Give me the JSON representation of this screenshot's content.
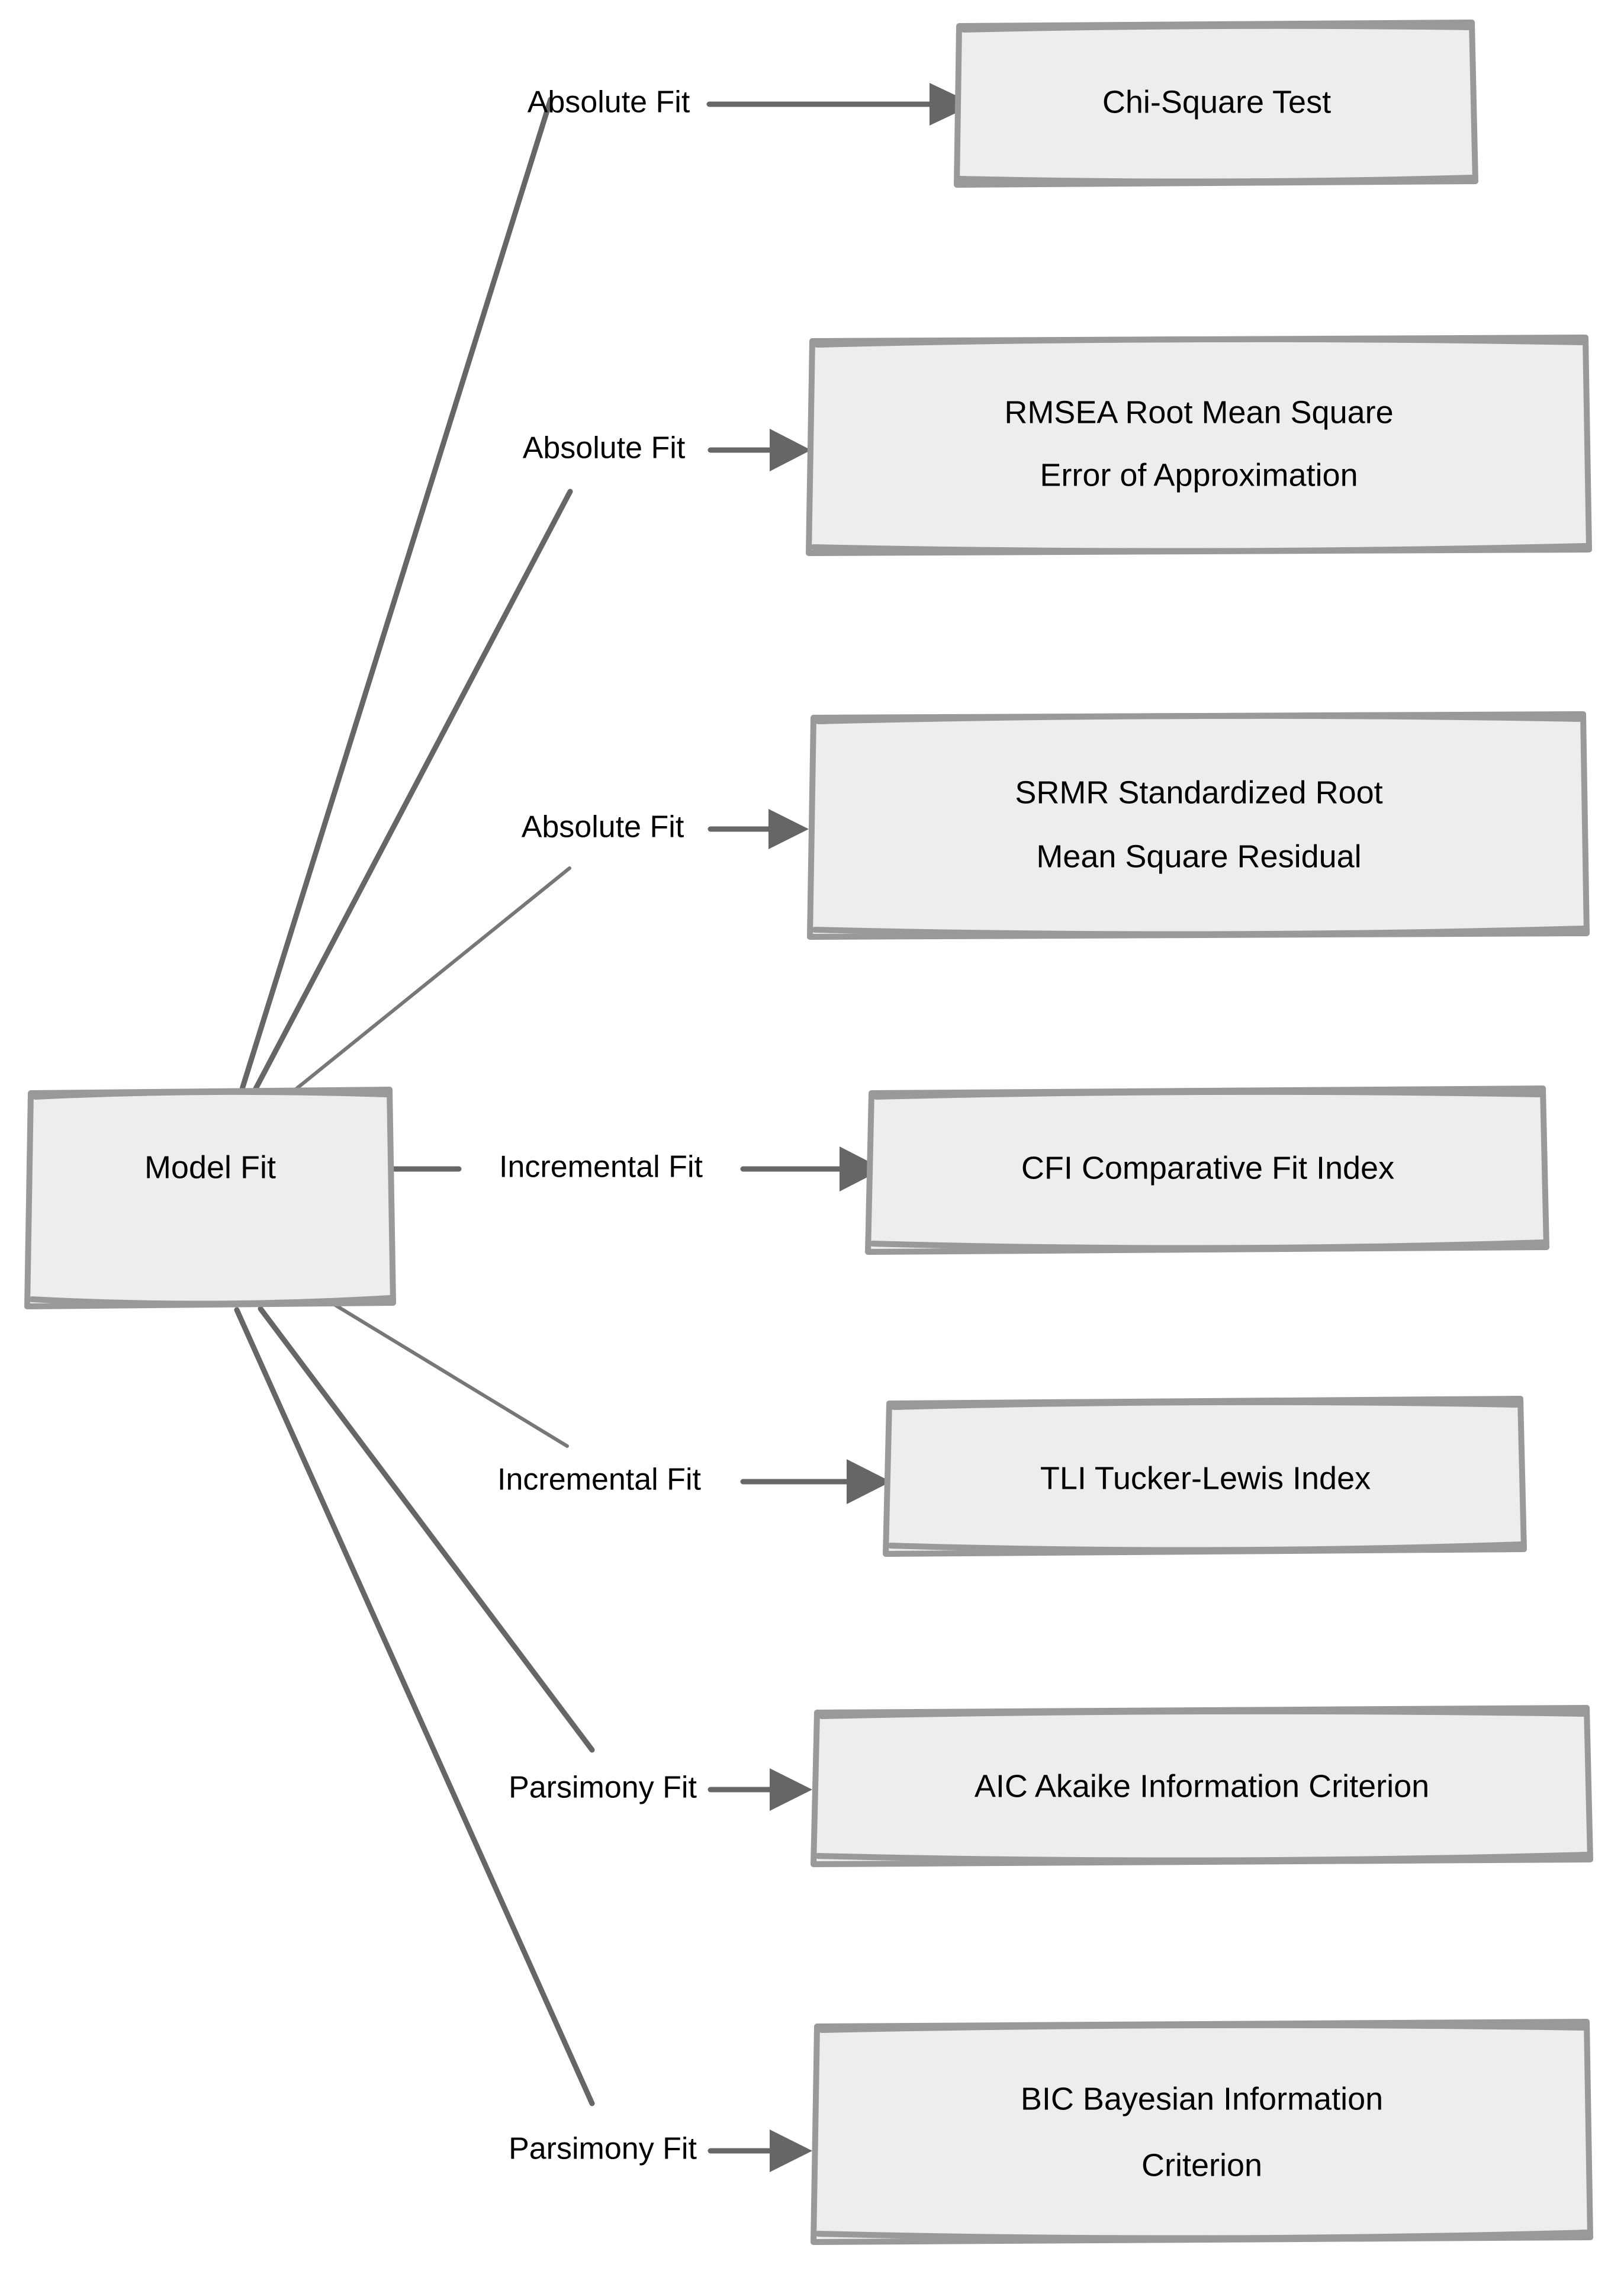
{
  "diagram": {
    "type": "flowchart",
    "orientation": "left-to-right",
    "style": "hand-drawn-sketch",
    "colors": {
      "node_fill": "#ededed",
      "node_stroke": "#999999",
      "edge_stroke": "#666666",
      "text": "#000000",
      "background": "#ffffff"
    },
    "root": {
      "id": "model-fit",
      "label": "Model Fit"
    },
    "nodes": [
      {
        "id": "chi-square",
        "label": "Chi-Square Test",
        "lines": [
          "Chi-Square Test"
        ]
      },
      {
        "id": "rmsea",
        "label": "RMSEA Root Mean Square Error of Approximation",
        "lines": [
          "RMSEA Root Mean Square",
          "Error of Approximation"
        ]
      },
      {
        "id": "srmr",
        "label": "SRMR Standardized Root Mean Square Residual",
        "lines": [
          "SRMR Standardized Root",
          "Mean Square Residual"
        ]
      },
      {
        "id": "cfi",
        "label": "CFI Comparative Fit Index",
        "lines": [
          "CFI Comparative Fit Index"
        ]
      },
      {
        "id": "tli",
        "label": "TLI Tucker-Lewis Index",
        "lines": [
          "TLI Tucker-Lewis Index"
        ]
      },
      {
        "id": "aic",
        "label": "AIC Akaike Information Criterion",
        "lines": [
          "AIC Akaike Information Criterion"
        ]
      },
      {
        "id": "bic",
        "label": "BIC Bayesian Information Criterion",
        "lines": [
          "BIC Bayesian Information",
          "Criterion"
        ]
      }
    ],
    "edges": [
      {
        "from": "model-fit",
        "to": "chi-square",
        "label": "Absolute Fit"
      },
      {
        "from": "model-fit",
        "to": "rmsea",
        "label": "Absolute Fit"
      },
      {
        "from": "model-fit",
        "to": "srmr",
        "label": "Absolute Fit"
      },
      {
        "from": "model-fit",
        "to": "cfi",
        "label": "Incremental Fit"
      },
      {
        "from": "model-fit",
        "to": "tli",
        "label": "Incremental Fit"
      },
      {
        "from": "model-fit",
        "to": "aic",
        "label": "Parsimony Fit"
      },
      {
        "from": "model-fit",
        "to": "bic",
        "label": "Parsimony Fit"
      }
    ]
  }
}
